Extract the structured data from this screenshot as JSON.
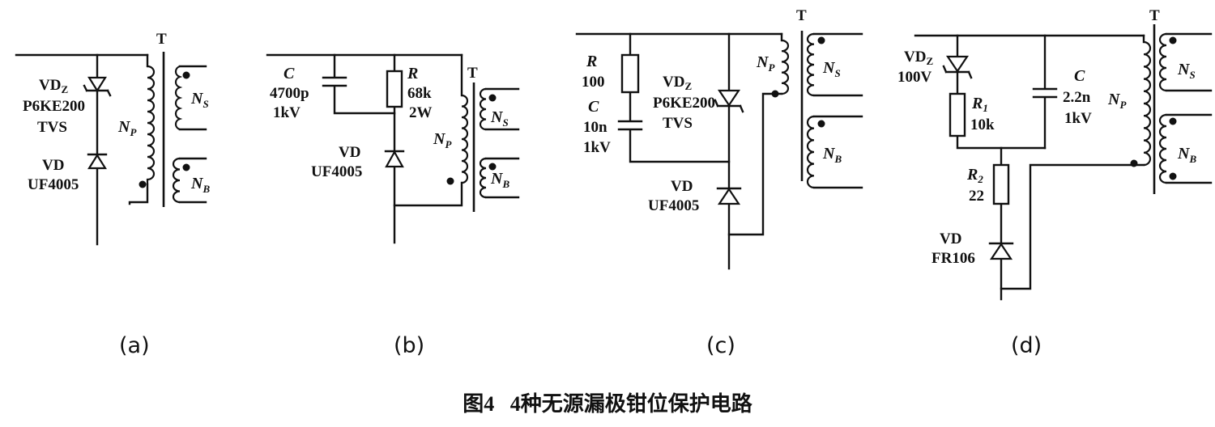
{
  "a": {
    "label": "(a)",
    "transformer": "T",
    "vdz_main": "VD",
    "vdz_sub": "Z",
    "vdz_part": "P6KE200",
    "vdz_type": "TVS",
    "vd_name": "VD",
    "vd_part": "UF4005",
    "np": "N",
    "np_sub": "P",
    "ns": "N",
    "ns_sub": "S",
    "nb": "N",
    "nb_sub": "B"
  },
  "b": {
    "label": "(b)",
    "transformer": "T",
    "c_name": "C",
    "c_val": "4700p",
    "c_rating": "1kV",
    "r_name": "R",
    "r_val": "68k",
    "r_rating": "2W",
    "vd_name": "VD",
    "vd_part": "UF4005",
    "np": "N",
    "np_sub": "P",
    "ns": "N",
    "ns_sub": "S",
    "nb": "N",
    "nb_sub": "B"
  },
  "c": {
    "label": "(c)",
    "transformer": "T",
    "r_name": "R",
    "r_val": "100",
    "c_name": "C",
    "c_val": "10n",
    "c_rating": "1kV",
    "vdz_main": "VD",
    "vdz_sub": "Z",
    "vdz_part": "P6KE200",
    "vdz_type": "TVS",
    "vd_name": "VD",
    "vd_part": "UF4005",
    "np": "N",
    "np_sub": "P",
    "ns": "N",
    "ns_sub": "S",
    "nb": "N",
    "nb_sub": "B"
  },
  "d": {
    "label": "(d)",
    "transformer": "T",
    "vdz_main": "VD",
    "vdz_sub": "Z",
    "vdz_val": "100V",
    "r1_name": "R",
    "r1_sub": "1",
    "r1_val": "10k",
    "c_name": "C",
    "c_val": "2.2n",
    "c_rating": "1kV",
    "r2_name": "R",
    "r2_sub": "2",
    "r2_val": "22",
    "vd_name": "VD",
    "vd_part": "FR106",
    "np": "N",
    "np_sub": "P",
    "ns": "N",
    "ns_sub": "S",
    "nb": "N",
    "nb_sub": "B"
  },
  "caption": "图4   4种无源漏极钳位保护电路"
}
